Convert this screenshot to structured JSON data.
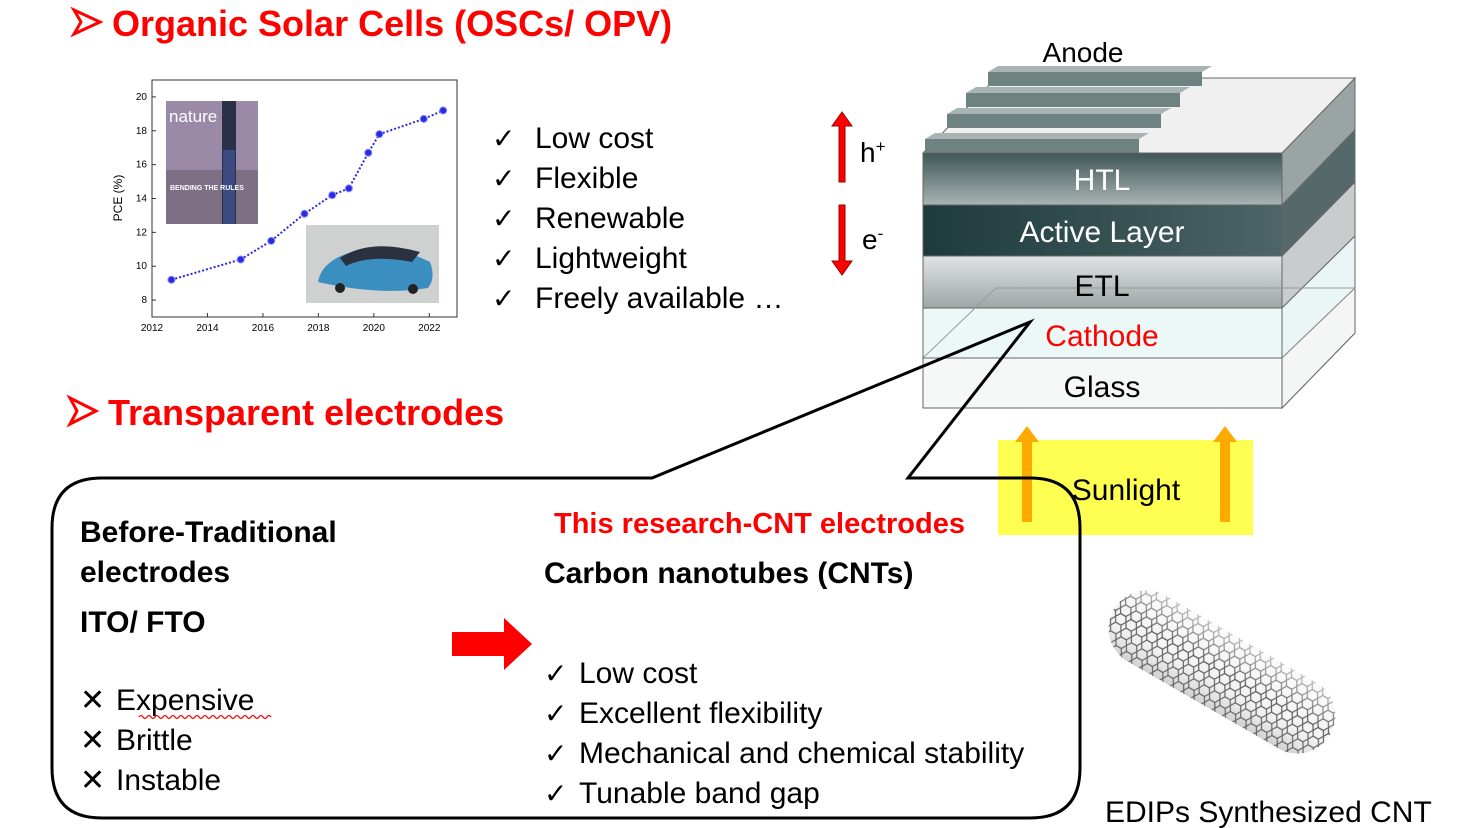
{
  "headings": {
    "osc": "Organic Solar Cells (OSCs/ OPV)",
    "te": "Transparent electrodes"
  },
  "osc_benefits": [
    "Low cost",
    "Flexible",
    "Renewable",
    "Lightweight",
    "Freely available …"
  ],
  "carriers": {
    "hole": "h",
    "hole_sup": "+",
    "electron": "e",
    "electron_sup": "-"
  },
  "stack": {
    "anode": "Anode",
    "layers": [
      "HTL",
      "Active Layer",
      "ETL",
      "Cathode",
      "Glass"
    ],
    "sunlight": "Sunlight"
  },
  "callout": {
    "before_title_1": "Before-Traditional",
    "before_title_2": "electrodes",
    "before_material": "ITO/ FTO",
    "before_cons": [
      "Expensive",
      "Brittle",
      "Instable"
    ],
    "research_title": "This research-CNT electrodes",
    "cnt_title": "Carbon nanotubes (CNTs)",
    "cnt_pros": [
      "Low cost",
      "Excellent flexibility",
      "Mechanical and chemical stability",
      "Tunable band gap"
    ]
  },
  "cnt_caption": "EDIPs Synthesized CNT",
  "inset_labels": {
    "journal": "nature",
    "cover_line": "BENDING THE RULES"
  },
  "colors": {
    "accent": "#ff0000",
    "series": "#2a2ae0",
    "sunlight": "#ffff33",
    "arrow": "#ffaa00"
  },
  "chart_data": {
    "type": "line",
    "title": "",
    "xlabel": "",
    "ylabel": "PCE (%)",
    "xlim": [
      2012,
      2023
    ],
    "ylim": [
      7,
      21
    ],
    "xticks": [
      2012,
      2014,
      2016,
      2018,
      2020,
      2022
    ],
    "yticks": [
      8,
      10,
      12,
      14,
      16,
      18,
      20
    ],
    "series": [
      {
        "name": "PCE",
        "x": [
          2012.7,
          2015.2,
          2016.3,
          2017.5,
          2018.5,
          2019.1,
          2019.8,
          2020.2,
          2021.8,
          2022.5
        ],
        "y": [
          9.2,
          10.4,
          11.5,
          13.1,
          14.2,
          14.6,
          16.7,
          17.8,
          18.7,
          19.2
        ]
      }
    ]
  }
}
